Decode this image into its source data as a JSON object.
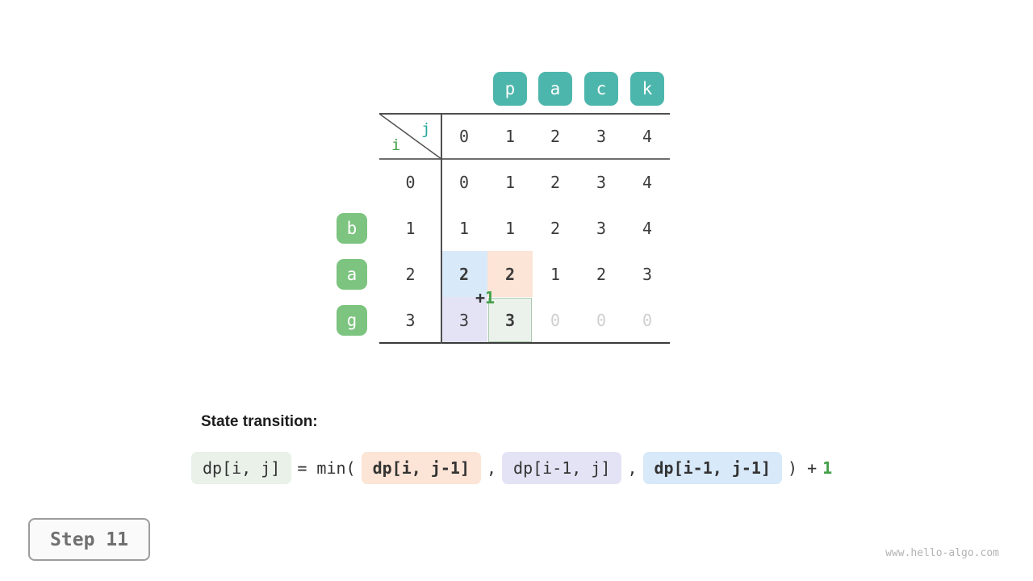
{
  "colors": {
    "teal_box": "#4db6ac",
    "green_box": "#7cc47f",
    "j_label": "#26a69a",
    "i_label": "#43a047",
    "highlight_blue": "#d8e9fa",
    "highlight_peach": "#fce4d6",
    "highlight_lavender": "#e4e3f5",
    "highlight_current_bg": "#ebf2ec",
    "highlight_current_border": "#aec9b0",
    "dim_text": "#cfcfcf",
    "increment_green": "#43a047"
  },
  "top_word": {
    "letters": [
      "p",
      "a",
      "c",
      "k"
    ]
  },
  "side_word": {
    "letters": [
      "b",
      "a",
      "g"
    ]
  },
  "table": {
    "corner": {
      "col_var": "j",
      "row_var": "i"
    },
    "col_headers": [
      "0",
      "1",
      "2",
      "3",
      "4"
    ],
    "row_headers": [
      "0",
      "1",
      "2",
      "3"
    ],
    "rows": [
      {
        "cells": [
          "0",
          "1",
          "2",
          "3",
          "4"
        ]
      },
      {
        "cells": [
          "1",
          "1",
          "2",
          "3",
          "4"
        ]
      },
      {
        "cells": [
          "2",
          "2",
          "1",
          "2",
          "3"
        ]
      },
      {
        "cells": [
          "3",
          "3",
          "0",
          "0",
          "0"
        ]
      }
    ],
    "highlights": {
      "blue": {
        "row": 2,
        "col": 0,
        "value": "2"
      },
      "peach": {
        "row": 2,
        "col": 1,
        "value": "2"
      },
      "lavender": {
        "row": 3,
        "col": 0,
        "value": "3"
      },
      "current": {
        "row": 3,
        "col": 1,
        "value": "3"
      }
    },
    "annotation": {
      "plus": "+",
      "value": "1"
    }
  },
  "transition": {
    "heading": "State transition:",
    "lhs": "dp[i, j]",
    "equals_min": "= min(",
    "term1": "dp[i, j-1]",
    "comma1": ",",
    "term2": "dp[i-1, j]",
    "comma2": ",",
    "term3": "dp[i-1, j-1]",
    "close_plus": ") +",
    "increment": "1"
  },
  "footer": {
    "step_label": "Step 11"
  },
  "watermark": "www.hello-algo.com"
}
